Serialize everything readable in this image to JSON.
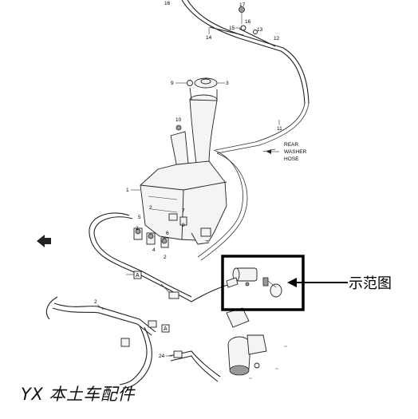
{
  "diagram": {
    "part_numbers": [
      "16",
      "17",
      "16",
      "15",
      "13",
      "14",
      "12",
      "9",
      "3",
      "11",
      "10",
      "1",
      "2",
      "5",
      "2",
      "7",
      "8",
      "6",
      "4",
      "2",
      "2",
      "24"
    ],
    "note_rear_washer_hose": [
      "REAR",
      "WASHER",
      "HOSE"
    ],
    "ref_marker": "A",
    "callout_label": "示范图"
  },
  "watermark": "YX 本土车配件"
}
